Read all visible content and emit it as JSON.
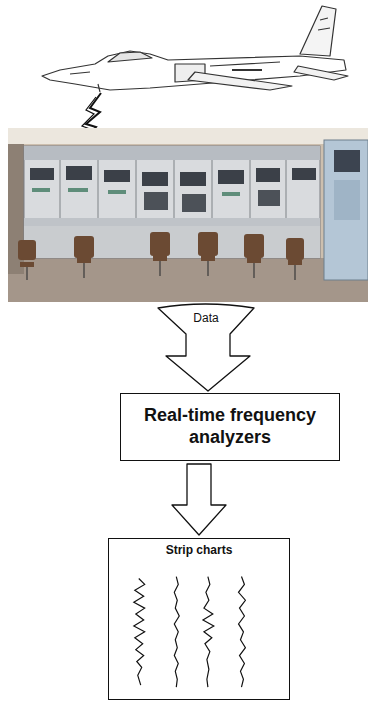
{
  "diagram": {
    "nodes": [
      {
        "text": [
          "Real-time frequency analyzers"
        ]
      },
      {
        "text": [
          "Strip charts"
        ]
      }
    ],
    "edges": [
      {
        "from": 0,
        "to": 1,
        "arrow": "to"
      }
    ],
    "labels": [
      "Data"
    ]
  }
}
